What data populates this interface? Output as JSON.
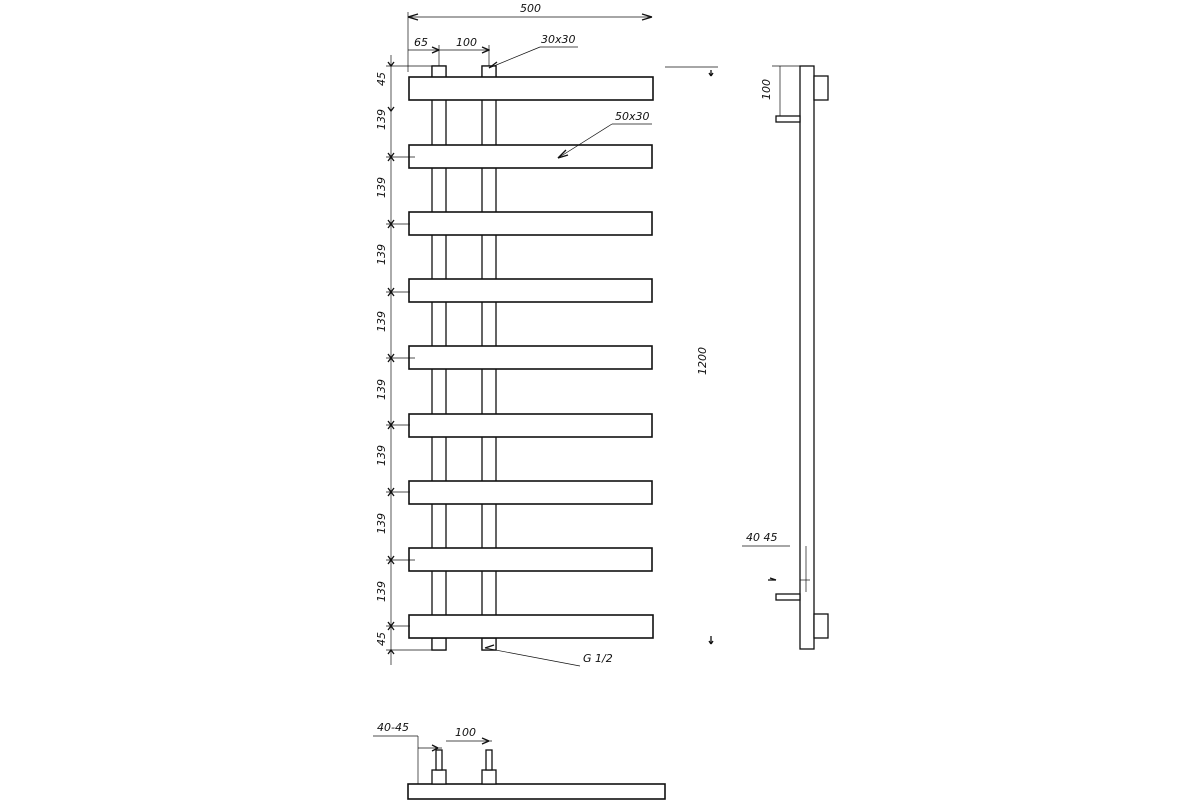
{
  "labels": {
    "overall_width": "500",
    "offset_65": "65",
    "pitch_100": "100",
    "pipe_profile": "30x30",
    "bar_profile": "50x30",
    "overall_height": "1200",
    "top_margin": "45",
    "bottom_margin": "45",
    "bar_spacing": "139",
    "connection_thread": "G 1/2",
    "side_offset": "100",
    "wall_gap": "40 45",
    "bottom_wall_gap": "40-45",
    "bottom_pitch": "100"
  }
}
